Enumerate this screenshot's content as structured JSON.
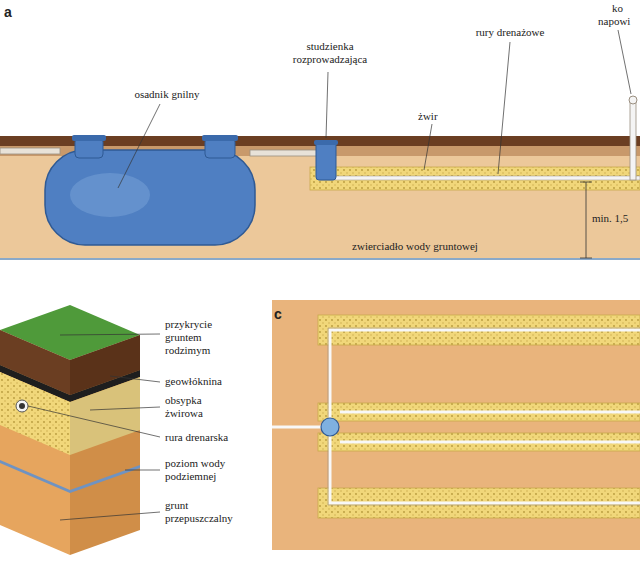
{
  "diagram": {
    "labels": [
      "a",
      "osadnik gnilny",
      "studzienka rozprowadzająca",
      "rury drenażowe",
      "ko",
      "napowi",
      "żwir",
      "min. 1,5",
      "zwierciadło wody gruntowej",
      "przykrycie gruntem rodzimym",
      "geowłóknina",
      "obsypka żwirowa",
      "rura drenarska",
      "poziom wody podziemnej",
      "grunt przepuszczalny",
      "c"
    ]
  }
}
